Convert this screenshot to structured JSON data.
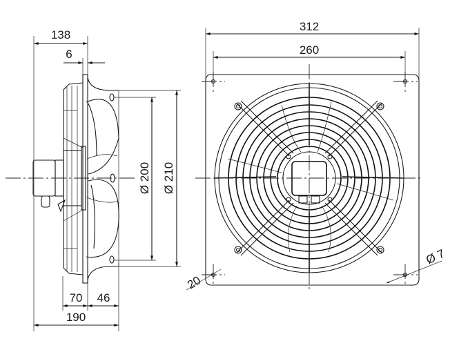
{
  "title": "Axial fan dimension drawing",
  "dimensions": {
    "side_depth_flange": "138",
    "flange_thickness": "6",
    "overall_depth": "190",
    "motor_depth": "70",
    "blade_depth": "46",
    "inner_diameter": "Ø 200",
    "outer_diameter": "Ø 210",
    "plate_width": "312",
    "hole_spacing": "260",
    "hole_offset": "20",
    "hole_diameter": "Ø 7"
  }
}
